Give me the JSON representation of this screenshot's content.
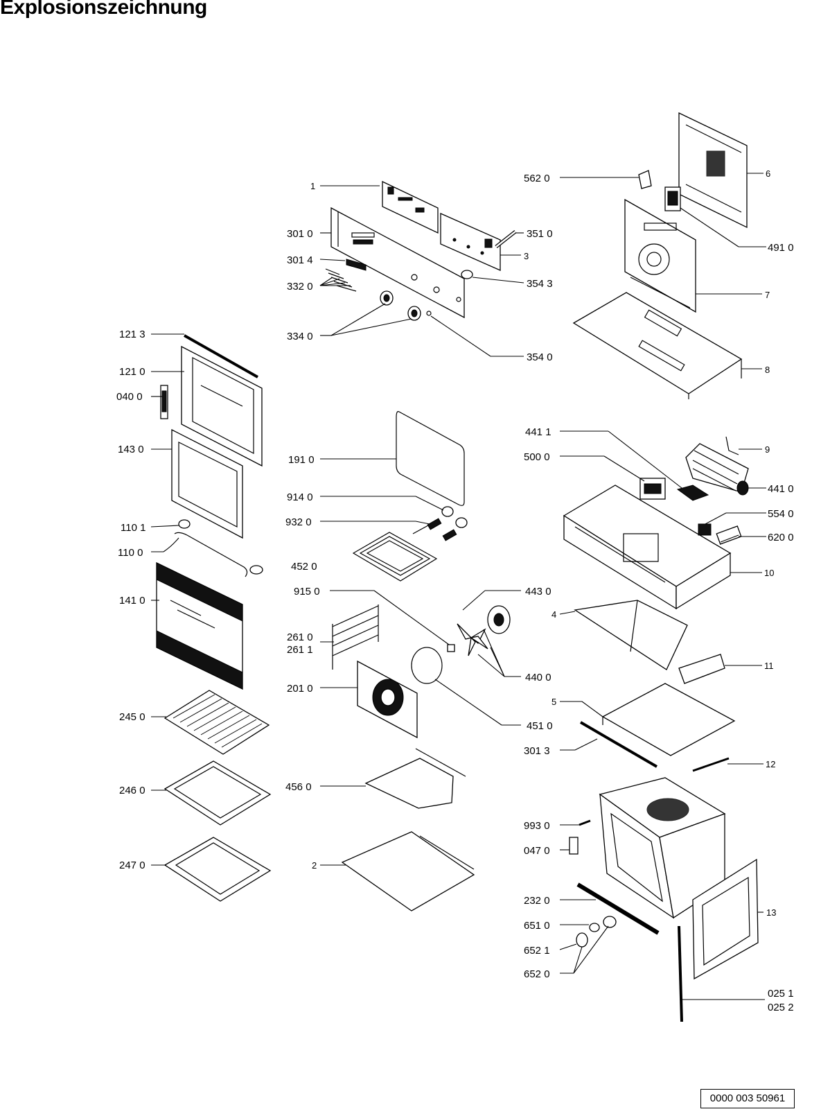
{
  "title": "Explosionszeichnung",
  "document_number": "0000 003 50961",
  "labels": {
    "l1": "1",
    "l301_0": "301 0",
    "l301_4": "301 4",
    "l332_0": "332 0",
    "l334_0": "334 0",
    "l351_0": "351 0",
    "l3": "3",
    "l354_3": "354 3",
    "l354_0": "354 0",
    "l562_0": "562 0",
    "l6": "6",
    "l491_0": "491 0",
    "l7": "7",
    "l8": "8",
    "l121_3": "121 3",
    "l121_0": "121 0",
    "l040_0": "040 0",
    "l143_0": "143 0",
    "l110_1": "110 1",
    "l110_0": "110 0",
    "l141_0": "141 0",
    "l245_0": "245 0",
    "l246_0": "246 0",
    "l247_0": "247 0",
    "l191_0": "191 0",
    "l914_0": "914 0",
    "l932_0": "932 0",
    "l452_0": "452 0",
    "l915_0": "915 0",
    "l261_0": "261 0",
    "l261_1": "261 1",
    "l201_0": "201 0",
    "l456_0": "456 0",
    "l2": "2",
    "l441_1": "441 1",
    "l500_0": "500 0",
    "l9": "9",
    "l441_0": "441 0",
    "l554_0": "554 0",
    "l620_0": "620 0",
    "l10": "10",
    "l443_0": "443 0",
    "l440_0": "440 0",
    "l451_0": "451 0",
    "l4": "4",
    "l11": "11",
    "l5": "5",
    "l301_3": "301 3",
    "l12": "12",
    "l993_0": "993 0",
    "l047_0": "047 0",
    "l232_0": "232 0",
    "l651_0": "651 0",
    "l652_1": "652 1",
    "l652_0": "652 0",
    "l13": "13",
    "l025_1": "025 1",
    "l025_2": "025 2"
  }
}
